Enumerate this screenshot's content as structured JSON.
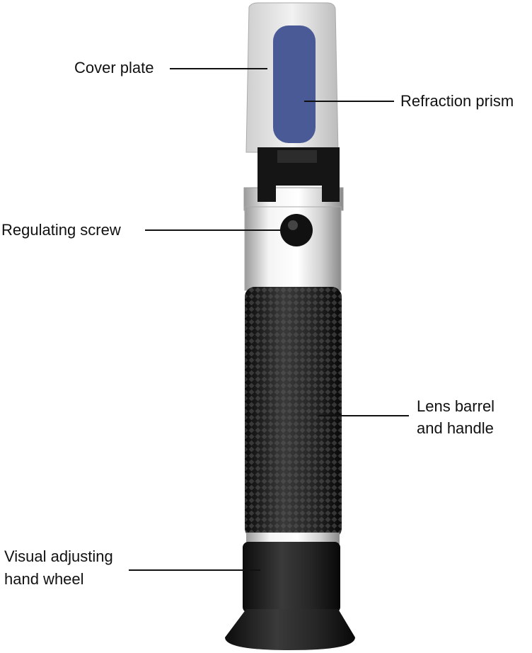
{
  "labels": {
    "cover_plate": "Cover plate",
    "refraction_prism": "Refraction prism",
    "regulating_screw": "Regulating screw",
    "lens_barrel_line1": "Lens barrel",
    "lens_barrel_line2": "and handle",
    "hand_wheel_line1": "Visual adjusting",
    "hand_wheel_line2": "hand wheel"
  },
  "colors": {
    "prism": "#4a5a96",
    "handle": "#1a1a1a",
    "metal": "#d8d8d8"
  }
}
